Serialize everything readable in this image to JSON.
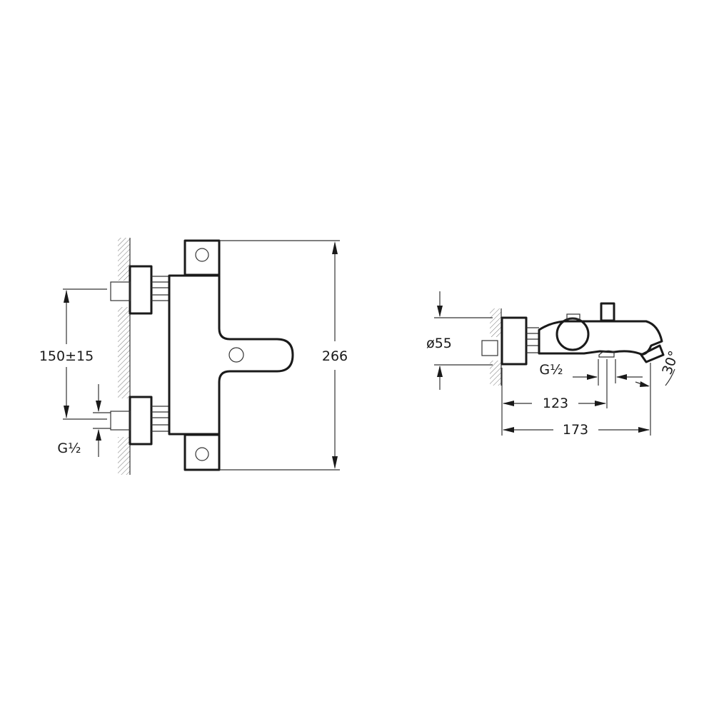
{
  "front_view": {
    "height_label": "266",
    "inlet_spacing_label": "150±15",
    "thread_label": "G½"
  },
  "side_view": {
    "diameter_label": "ø55",
    "thread_label": "G½",
    "outlet_distance_label": "123",
    "depth_label": "173",
    "spout_angle_label": "30°"
  }
}
